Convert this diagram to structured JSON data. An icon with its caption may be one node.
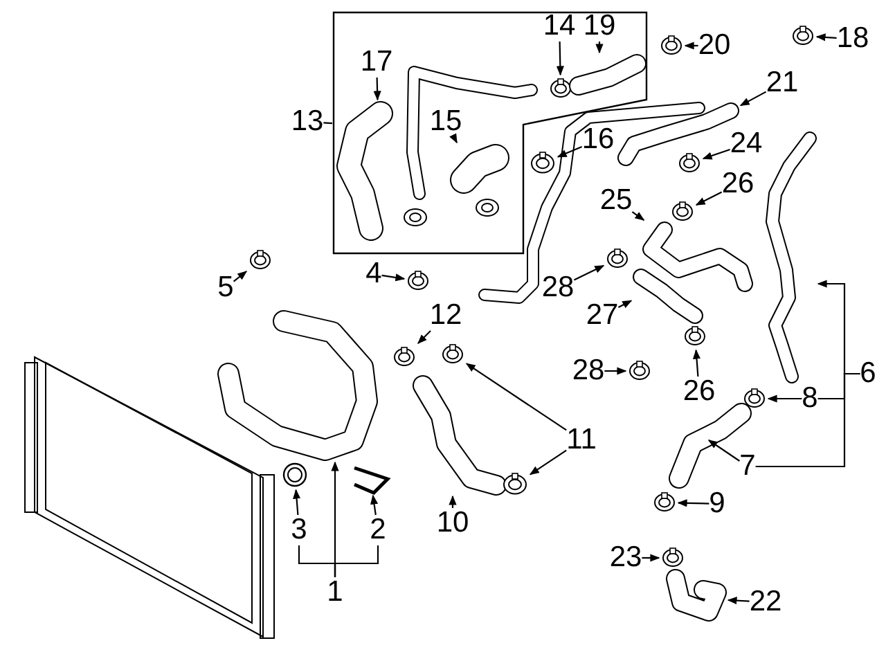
{
  "diagram": {
    "nodes": [
      {
        "text": [
          "13"
        ]
      },
      {
        "text": [],
        "shape": "box"
      },
      {
        "text": [
          "17"
        ],
        "in": 1
      },
      {
        "text": [],
        "shape": "picture",
        "in": 1
      },
      {
        "text": [
          "14"
        ],
        "in": 1
      },
      {
        "text": [],
        "shape": "picture",
        "in": 1
      },
      {
        "text": [
          "19"
        ],
        "in": 1
      },
      {
        "text": [],
        "shape": "picture",
        "in": 1
      },
      {
        "text": [
          "15"
        ],
        "in": 1
      },
      {
        "text": [],
        "shape": "picture",
        "in": 1
      },
      {
        "text": [
          "20"
        ]
      },
      {
        "text": [],
        "shape": "picture"
      },
      {
        "text": [
          "18"
        ]
      },
      {
        "text": [],
        "shape": "picture"
      },
      {
        "text": [
          "21"
        ]
      },
      {
        "text": [],
        "shape": "picture"
      },
      {
        "text": [
          "16"
        ]
      },
      {
        "text": [],
        "shape": "picture"
      },
      {
        "text": [
          "24"
        ]
      },
      {
        "text": [],
        "shape": "picture"
      },
      {
        "text": [
          "26"
        ]
      },
      {
        "text": [],
        "shape": "picture"
      },
      {
        "text": [
          "25"
        ]
      },
      {
        "text": [],
        "shape": "picture"
      },
      {
        "text": [
          "5"
        ]
      },
      {
        "text": [],
        "shape": "picture"
      },
      {
        "text": [
          "4"
        ]
      },
      {
        "text": [],
        "shape": "picture"
      },
      {
        "text": [
          "28"
        ]
      },
      {
        "text": [],
        "shape": "picture"
      },
      {
        "text": [
          "27"
        ]
      },
      {
        "text": [],
        "shape": "picture"
      },
      {
        "text": [],
        "shape": "picture"
      },
      {
        "text": [
          "12"
        ]
      },
      {
        "text": [],
        "shape": "picture"
      },
      {
        "text": [],
        "shape": "picture"
      },
      {
        "text": [],
        "shape": "picture"
      },
      {
        "text": [
          "28"
        ]
      },
      {
        "text": [],
        "shape": "picture"
      },
      {
        "text": [
          "26"
        ]
      },
      {
        "text": [],
        "shape": "picture"
      },
      {
        "text": [
          "6"
        ]
      },
      {
        "text": [
          "11"
        ]
      },
      {
        "text": [],
        "shape": "picture"
      },
      {
        "text": [
          "8"
        ]
      },
      {
        "text": [],
        "shape": "picture"
      },
      {
        "text": [
          "7"
        ]
      },
      {
        "text": [],
        "shape": "picture"
      },
      {
        "text": [],
        "shape": "picture"
      },
      {
        "text": [
          "3"
        ]
      },
      {
        "text": [
          "2"
        ]
      },
      {
        "text": [],
        "shape": "picture"
      },
      {
        "text": [],
        "shape": "picture"
      },
      {
        "text": [
          "10"
        ]
      },
      {
        "text": [
          "9"
        ]
      },
      {
        "text": [],
        "shape": "picture"
      },
      {
        "text": [
          "1"
        ]
      },
      {
        "text": [
          "23"
        ]
      },
      {
        "text": [],
        "shape": "picture"
      },
      {
        "text": [],
        "shape": "picture"
      },
      {
        "text": [
          "22"
        ]
      }
    ],
    "edges": [
      {
        "from": 0,
        "to": 1,
        "arrow": "none"
      },
      {
        "from": 2,
        "to": 3,
        "arrow": "to"
      },
      {
        "from": 4,
        "to": 5,
        "arrow": "to"
      },
      {
        "from": 6,
        "to": 7,
        "arrow": "to"
      },
      {
        "from": 8,
        "to": 9,
        "arrow": "to"
      },
      {
        "from": 10,
        "to": 11,
        "arrow": "to"
      },
      {
        "from": 12,
        "to": 13,
        "arrow": "to"
      },
      {
        "from": 14,
        "to": 15,
        "arrow": "to"
      },
      {
        "from": 16,
        "to": 17,
        "arrow": "to"
      },
      {
        "from": 18,
        "to": 19,
        "arrow": "to"
      },
      {
        "from": 20,
        "to": 21,
        "arrow": "to"
      },
      {
        "from": 22,
        "to": 23,
        "arrow": "to"
      },
      {
        "from": 24,
        "to": 25,
        "arrow": "to"
      },
      {
        "from": 26,
        "to": 27,
        "arrow": "to"
      },
      {
        "from": 28,
        "to": 29,
        "arrow": "to"
      },
      {
        "from": 30,
        "to": 31,
        "arrow": "to"
      },
      {
        "from": 33,
        "to": 34,
        "arrow": "to"
      },
      {
        "from": 42,
        "to": 35,
        "arrow": "to"
      },
      {
        "from": 42,
        "to": 52,
        "arrow": "to"
      },
      {
        "from": 37,
        "to": 38,
        "arrow": "to"
      },
      {
        "from": 39,
        "to": 40,
        "arrow": "to"
      },
      {
        "from": 41,
        "to": 32,
        "arrow": "to"
      },
      {
        "from": 41,
        "to": 44,
        "arrow": "none"
      },
      {
        "from": 41,
        "to": 46,
        "arrow": "none"
      },
      {
        "from": 44,
        "to": 43,
        "arrow": "to"
      },
      {
        "from": 46,
        "to": 45,
        "arrow": "to"
      },
      {
        "from": 49,
        "to": 47,
        "arrow": "to"
      },
      {
        "from": 50,
        "to": 48,
        "arrow": "to"
      },
      {
        "from": 56,
        "to": 36,
        "arrow": "to"
      },
      {
        "from": 56,
        "to": 49,
        "arrow": "none"
      },
      {
        "from": 56,
        "to": 50,
        "arrow": "none"
      },
      {
        "from": 53,
        "to": 51,
        "arrow": "to"
      },
      {
        "from": 54,
        "to": 55,
        "arrow": "to"
      },
      {
        "from": 57,
        "to": 58,
        "arrow": "to"
      },
      {
        "from": 60,
        "to": 59,
        "arrow": "to"
      }
    ]
  }
}
